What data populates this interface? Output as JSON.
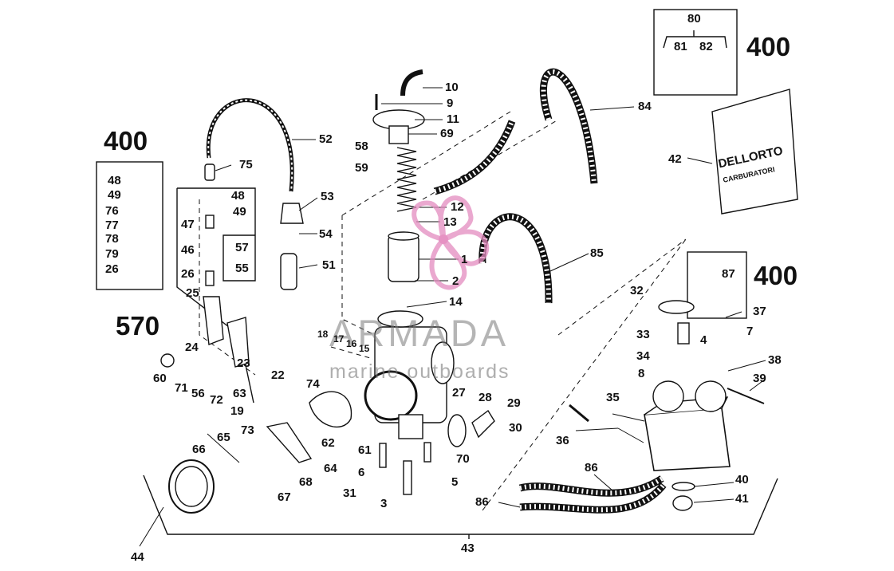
{
  "diagram": {
    "kit_groups": {
      "group_a": "400",
      "group_b": "400",
      "group_c": "400",
      "group_d": "570"
    },
    "watermark": {
      "line1": "ARMADA",
      "line2": "marine outboards"
    },
    "bag_print": {
      "line1": "DELLORTO",
      "line2": "CARBURATORI"
    },
    "callouts": {
      "c1": "1",
      "c2": "2",
      "c3": "3",
      "c4": "4",
      "c5": "5",
      "c6": "6",
      "c7": "7",
      "c8": "8",
      "c9": "9",
      "c10": "10",
      "c11": "11",
      "c12": "12",
      "c13": "13",
      "c14": "14",
      "c15": "15",
      "c16": "16",
      "c17": "17",
      "c18": "18",
      "c19": "19",
      "c22": "22",
      "c23": "23",
      "c24": "24",
      "c25": "25",
      "c26a": "26",
      "c26b": "26",
      "c27": "27",
      "c28": "28",
      "c29": "29",
      "c30": "30",
      "c31": "31",
      "c32": "32",
      "c33": "33",
      "c34": "34",
      "c35": "35",
      "c36": "36",
      "c37": "37",
      "c38": "38",
      "c39": "39",
      "c40": "40",
      "c41": "41",
      "c42": "42",
      "c43": "43",
      "c44": "44",
      "c46": "46",
      "c47": "47",
      "c48a": "48",
      "c48b": "48",
      "c49a": "49",
      "c49b": "49",
      "c51": "51",
      "c52": "52",
      "c53": "53",
      "c54": "54",
      "c55": "55",
      "c56": "56",
      "c57": "57",
      "c58": "58",
      "c59": "59",
      "c60": "60",
      "c61": "61",
      "c62": "62",
      "c63": "63",
      "c64": "64",
      "c65": "65",
      "c66": "66",
      "c67": "67",
      "c68": "68",
      "c69": "69",
      "c70": "70",
      "c71": "71",
      "c72": "72",
      "c73": "73",
      "c74": "74",
      "c75": "75",
      "c76": "76",
      "c77": "77",
      "c78": "78",
      "c79": "79",
      "c80": "80",
      "c81": "81",
      "c82": "82",
      "c84": "84",
      "c85": "85",
      "c86a": "86",
      "c86b": "86",
      "c87": "87"
    }
  }
}
